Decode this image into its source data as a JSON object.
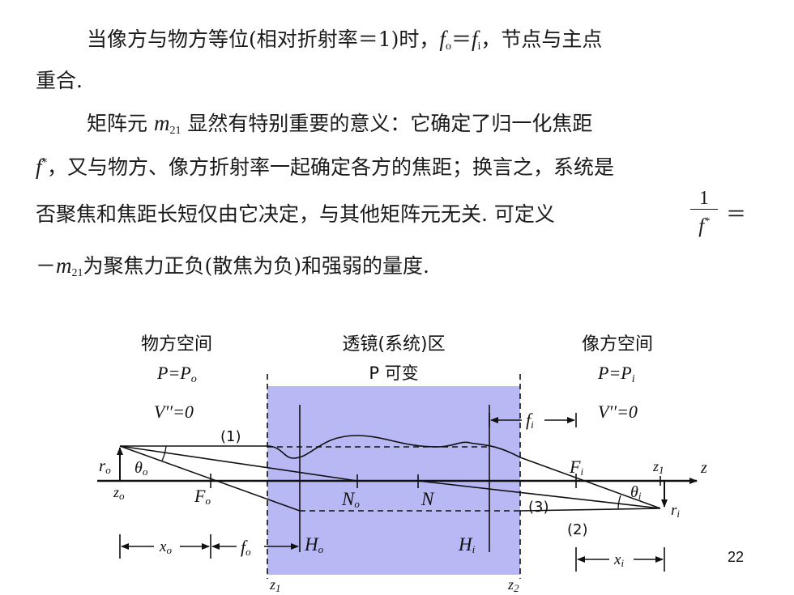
{
  "text": {
    "p1_a": "当像方与物方等位(相对折射率＝1)时，",
    "p1_eq": "＝",
    "p1_b": "，节点与主点",
    "p1_line2": "重合.",
    "p2_a": "矩阵元 ",
    "p2_b": " 显然有特别重要的意义：它确定了归一化焦距",
    "p2_c": "，又与物方、像方折射率一起确定各方的焦距；换言之，系统是",
    "p2_d": "否聚焦和焦距长短仅由它决定，与其他矩阵元无关. 可定义",
    "p2_eq": "＝",
    "p2_e": "－",
    "p2_f": "为聚焦力正负(散焦为负)和强弱的量度.",
    "frac_num": "1",
    "var_f": "f",
    "var_m": "m",
    "sub_o": "o",
    "sub_i": "i",
    "sub_21": "21",
    "sup_star": "*"
  },
  "diagram": {
    "colors": {
      "lens_region": "#b8b8f4",
      "ink": "#111111"
    },
    "headers": {
      "object_space": "物方空间",
      "lens_region": "透镜(系统)区",
      "image_space": "像方空间"
    },
    "object_side": {
      "p_eq": "P=P",
      "p_sub": "o",
      "v_eq": "V′′=0",
      "ray_label": "(1)"
    },
    "lens_side": {
      "p_label": "P 可变"
    },
    "image_side": {
      "p_eq": "P=P",
      "p_sub": "i",
      "v_eq": "V′′=0",
      "ray_label_3": "(3)",
      "ray_label_2": "(2)"
    },
    "marks": {
      "r": "r",
      "theta": "θ",
      "z": "z",
      "F": "F",
      "N": "N",
      "H": "H",
      "x": "x",
      "f": "f",
      "sub_o": "o",
      "sub_i": "i",
      "sub_1": "1",
      "sub_2": "2"
    }
  },
  "page_number": "22"
}
